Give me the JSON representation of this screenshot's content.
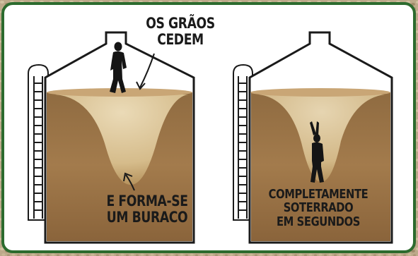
{
  "panel_left": {
    "caption_top": {
      "line1": "OS GRÃOS",
      "line2": "CEDEM"
    },
    "caption_bottom": {
      "line1": "E FORMA-SE",
      "line2": "UM BURACO"
    }
  },
  "panel_right": {
    "caption": {
      "line1": "COMPLETAMENTE",
      "line2": "SOTERRADO",
      "line3": "EM SEGUNDOS"
    }
  },
  "colors": {
    "frame_green": "#2c6b2e",
    "panel_bg": "#ffffff",
    "grain_dark": "#7a5a36",
    "grain_mid": "#a27b4f",
    "funnel_light": "#e3cfa4",
    "silhouette": "#151515"
  }
}
